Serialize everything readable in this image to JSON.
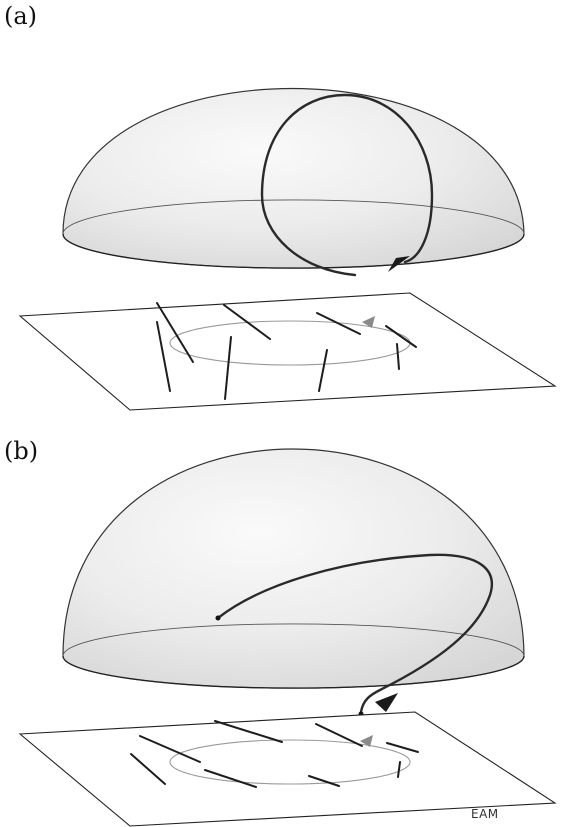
{
  "panels": [
    {
      "label": "(a)"
    },
    {
      "label": "(b)"
    }
  ],
  "signature": "EAM",
  "colors": {
    "ink": "#1d1d1d",
    "dome_fill": "#e6e6e6",
    "projection": "#9a9a9a",
    "background": "#ffffff"
  }
}
